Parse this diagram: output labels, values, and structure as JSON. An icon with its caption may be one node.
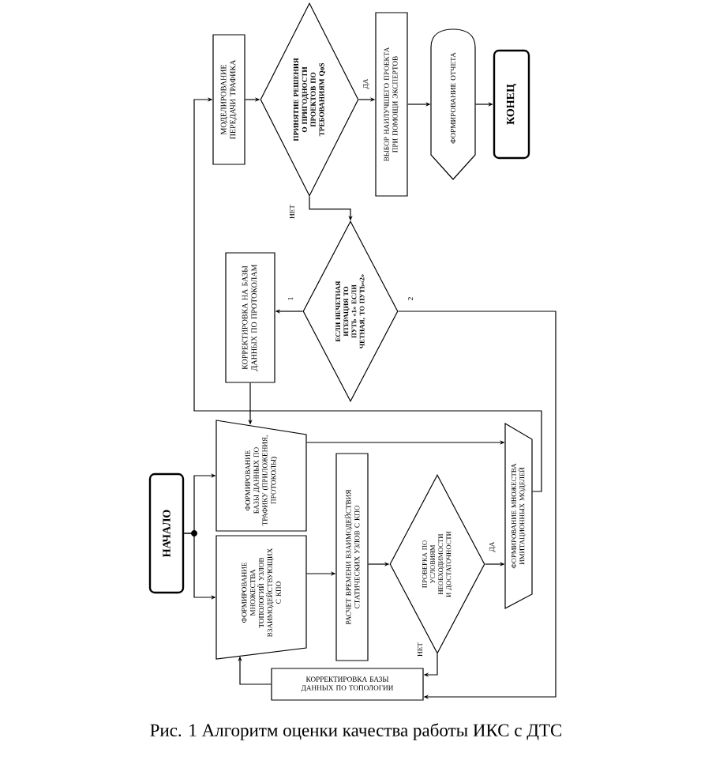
{
  "diagram": {
    "caption": "Рис. 1 Алгоритм оценки качества работы ИКС с ДТС",
    "nodes": [
      {
        "text": [
          "НАЧАЛО"
        ]
      },
      {
        "text": [
          "ФОРМИРОВАНИЕ БАЗЫ ДАННЫХ ПО ТРАФИКУ (ПРИЛОЖЕНИЯ, ПРОТОКОЛЫ)"
        ]
      },
      {
        "text": [
          "ФОРМИРОВАНИЕ МНОЖЕСТВА ТОПОЛОГИЙ УЗЛОВ ВЗАИМОДЕЙСТВУЮЩИХ С КПО"
        ]
      },
      {
        "text": [
          "РАСЧЕТ ВРЕМЕНИ ВЗАИМОДЕЙСТВИЯ СТАТИЧЕСКИХ УЗЛОВ С КПО"
        ]
      },
      {
        "text": [
          "ПРОВЕРКА ПО УСЛОВИЯМ НЕОБХОДИМОСТИ И ДОСТАТОЧНОСТИ"
        ]
      },
      {
        "text": [
          "КОРРЕКТИРОВКА БАЗЫ ДАННЫХ ПО ТОПОЛОГИИ"
        ]
      },
      {
        "text": [
          "ФОРМИРОВАНИЕ МНОЖЕСТВА ИМИТАЦИОННЫХ МОДЕЛЕЙ"
        ]
      },
      {
        "text": [
          "МОДЕЛИРОВАНИЕ ПЕРЕДАЧИ ТРАФИКА"
        ]
      },
      {
        "text": [
          "ПРИНЯТИЕ РЕШЕНИЯ О ПРИГОДНОСТИ ПРОЕКТОВ ПО ТРЕБОВАНИЯМ QoS"
        ]
      },
      {
        "text": [
          "ЕСЛИ НЕЧЕТНАЯ ИТЕРАЦИЯ ТО ПУТЬ «1» ЕСЛИ ЧЕТНАЯ, ТО ПУТЬ«2»"
        ]
      },
      {
        "text": [
          "КОРРЕКТИРОВКА НА БАЗЫ ДАННЫХ ПО ПРОТОКОЛАМ"
        ]
      },
      {
        "text": [
          "ВЫБОР НАИЛУЧШЕГО ПРОЕКТА ПРИ ПОМОЩИ ЭКСПЕРТОВ"
        ]
      },
      {
        "text": [
          "ФОРМИРОВАНИЕ ОТЧЕТА"
        ]
      },
      {
        "text": [
          "КОНЕЦ"
        ]
      }
    ],
    "edges": [
      {
        "from": 0,
        "to": 1,
        "arrow": "to"
      },
      {
        "from": 0,
        "to": 2,
        "arrow": "to"
      },
      {
        "from": 1,
        "to": 6,
        "arrow": "to"
      },
      {
        "from": 2,
        "to": 3,
        "arrow": "to"
      },
      {
        "from": 3,
        "to": 4,
        "arrow": "to"
      },
      {
        "from": 4,
        "to": 6,
        "arrow": "to",
        "label": "ДА"
      },
      {
        "from": 4,
        "to": 5,
        "arrow": "to",
        "label": "НЕТ"
      },
      {
        "from": 5,
        "to": 2,
        "arrow": "to"
      },
      {
        "from": 6,
        "to": 7,
        "arrow": "to"
      },
      {
        "from": 7,
        "to": 8,
        "arrow": "to"
      },
      {
        "from": 8,
        "to": 11,
        "arrow": "to",
        "label": "ДА"
      },
      {
        "from": 8,
        "to": 9,
        "arrow": "to",
        "label": "НЕТ"
      },
      {
        "from": 9,
        "to": 10,
        "arrow": "to",
        "label": "1"
      },
      {
        "from": 9,
        "to": 5,
        "arrow": "to",
        "label": "2"
      },
      {
        "from": 10,
        "to": 1,
        "arrow": "to"
      },
      {
        "from": 11,
        "to": 12,
        "arrow": "to"
      },
      {
        "from": 12,
        "to": 13,
        "arrow": "to"
      }
    ]
  }
}
